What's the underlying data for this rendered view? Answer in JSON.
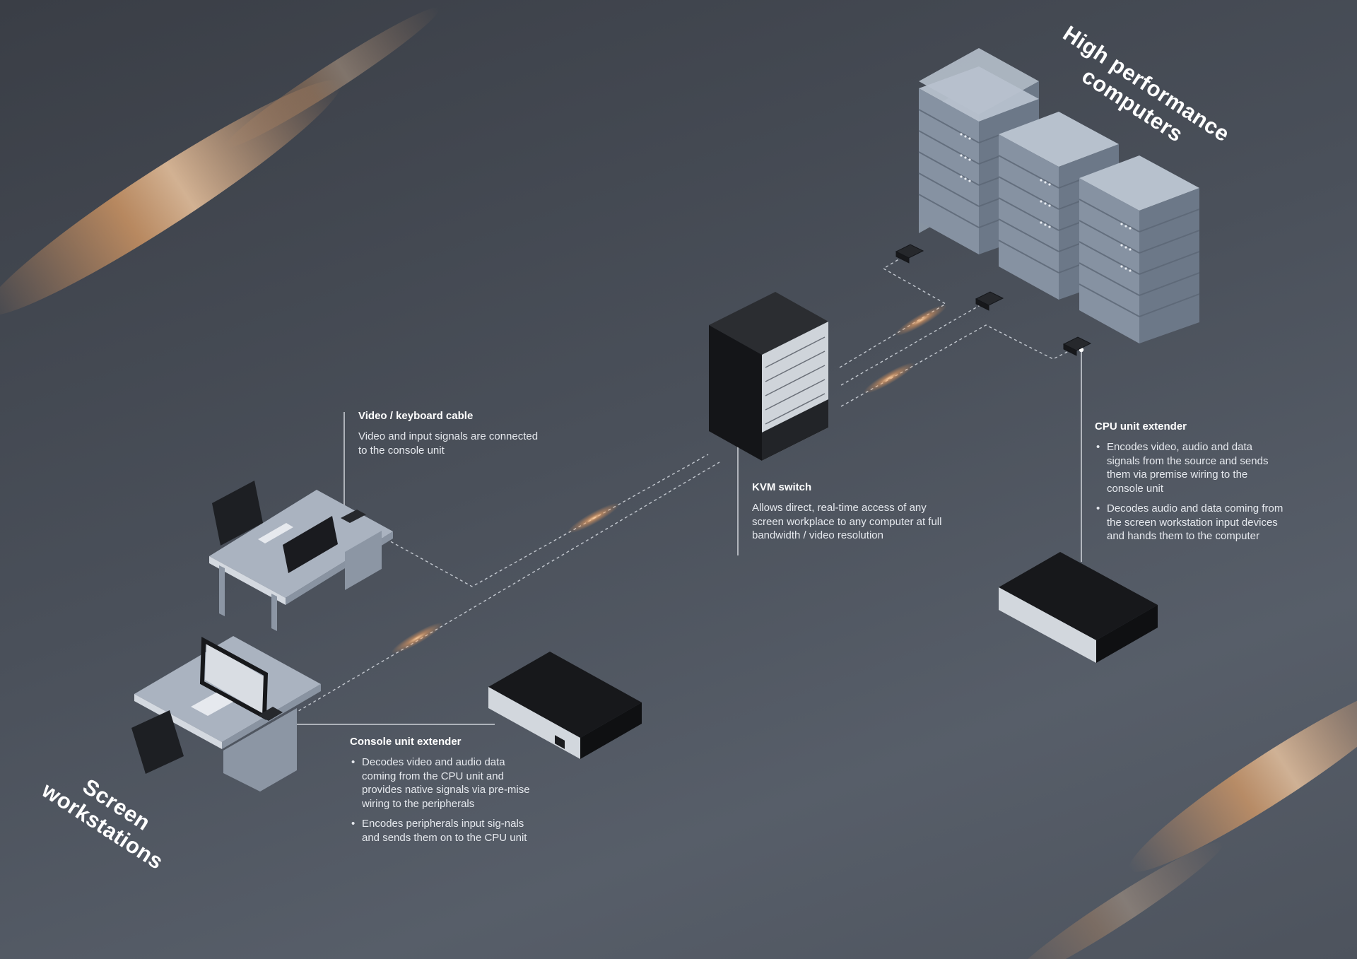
{
  "region_labels": {
    "computers": [
      "High performance",
      "computers"
    ],
    "workstations": [
      "Screen",
      "workstations"
    ]
  },
  "callouts": {
    "video_cable": {
      "title": "Video / keyboard cable",
      "text": "Video and input signals are connected to the console unit"
    },
    "kvm_switch": {
      "title": "KVM switch",
      "text": "Allows direct, real-time access of any screen workplace to any computer at full bandwidth / video resolution"
    },
    "cpu_extender": {
      "title": "CPU unit extender",
      "bullets": [
        "Encodes video, audio and data signals from the source and sends them via premise wiring to the console unit",
        "Decodes audio and data coming from the screen workstation input devices and hands them to the computer"
      ]
    },
    "console_extender": {
      "title": "Console unit extender",
      "bullets": [
        "Decodes video and audio data coming from the CPU unit and provides native signals via pre-mise wiring to the peripherals",
        "Encodes peripherals input sig-nals and sends them on to the CPU unit"
      ]
    }
  },
  "colors": {
    "background": "#4a505a",
    "accent_glow": "#f0a060",
    "text": "#ffffff",
    "device_dark": "#1c1d20",
    "desk_surface": "#a9b2bf"
  }
}
